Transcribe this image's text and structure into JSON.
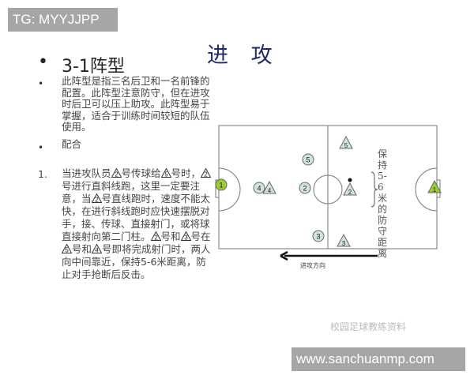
{
  "watermark_top": "TG: MYYJJPP",
  "title": "进 攻",
  "heading": {
    "bullet": "•",
    "text": "3-1阵型"
  },
  "bullets": [
    {
      "bullet": "•",
      "text": "此阵型是指三名后卫和一名前锋的配置。此阵型注意防守，但在进攻时后卫可以压上助攻。此阵型易于掌握，适合于训练时间较短的队伍使用。"
    },
    {
      "bullet": "•",
      "text": "配合"
    }
  ],
  "numbered": {
    "number": "1.",
    "segments": [
      "当进攻队员",
      "2",
      "号传球给",
      "5",
      "号时，",
      "2",
      "号进行直斜线跑，这里一定要注意，当",
      "2",
      "号直线跑时，速度不能太快，在进行斜线跑时应快速摆脱对手，接、传球、直接射门，或将球直接射向第二门柱。",
      "2",
      "号和",
      "3",
      "号在",
      "5",
      "号和",
      "4",
      "号即将完成射门时，两人向中间靠近，保持5-6米距离，防止对手抢断后反击。"
    ]
  },
  "diagram": {
    "attackers": [
      {
        "n": "1",
        "role": "goalkeeper"
      },
      {
        "n": "4"
      },
      {
        "n": "2"
      },
      {
        "n": "5"
      },
      {
        "n": "3"
      }
    ],
    "defenders": [
      {
        "n": "4"
      },
      {
        "n": "5"
      },
      {
        "n": "2"
      },
      {
        "n": "3"
      },
      {
        "n": "1",
        "role": "goalkeeper"
      }
    ],
    "distance_note": "保持5-6米的防守距离",
    "direction_label": "进攻方向",
    "colors": {
      "attacker_fill": "#cfe3df",
      "goalkeeper_fill": "#9acd32",
      "line": "#666666"
    }
  },
  "watermark_logo": "校园足球教练资料",
  "watermark_bottom": "www.sanchuanmp.com"
}
